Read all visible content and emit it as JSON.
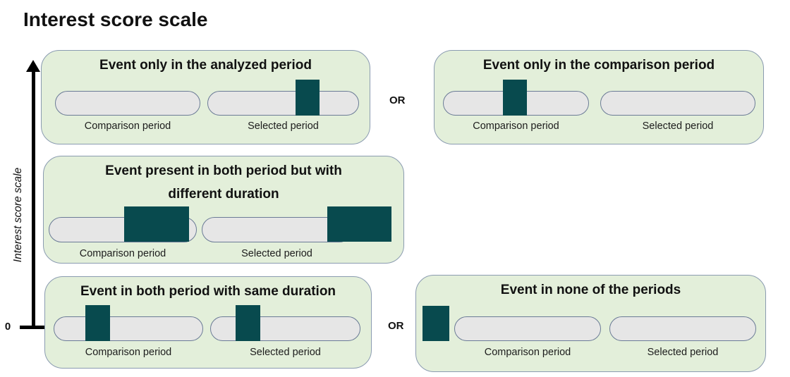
{
  "page": {
    "title": "Interest score scale"
  },
  "axis": {
    "label": "Interest score scale",
    "origin": "0"
  },
  "or_label": "OR",
  "pill_labels": {
    "comparison": "Comparison period",
    "selected": "Selected period"
  },
  "cards": [
    {
      "title": "Event only in the analyzed period"
    },
    {
      "title": "Event only in the comparison period"
    },
    {
      "title": "Event present in both period but with different duration"
    },
    {
      "title": "Event in both period with same duration"
    },
    {
      "title": "Event in none of the periods"
    }
  ],
  "colors": {
    "card_bg": "#e3efda",
    "card_border": "#8a9bb0",
    "pill_bg": "#e6e6e6",
    "pill_border": "#6b7b96",
    "marker": "#084a4e",
    "text": "#111111",
    "axis": "#000000"
  }
}
